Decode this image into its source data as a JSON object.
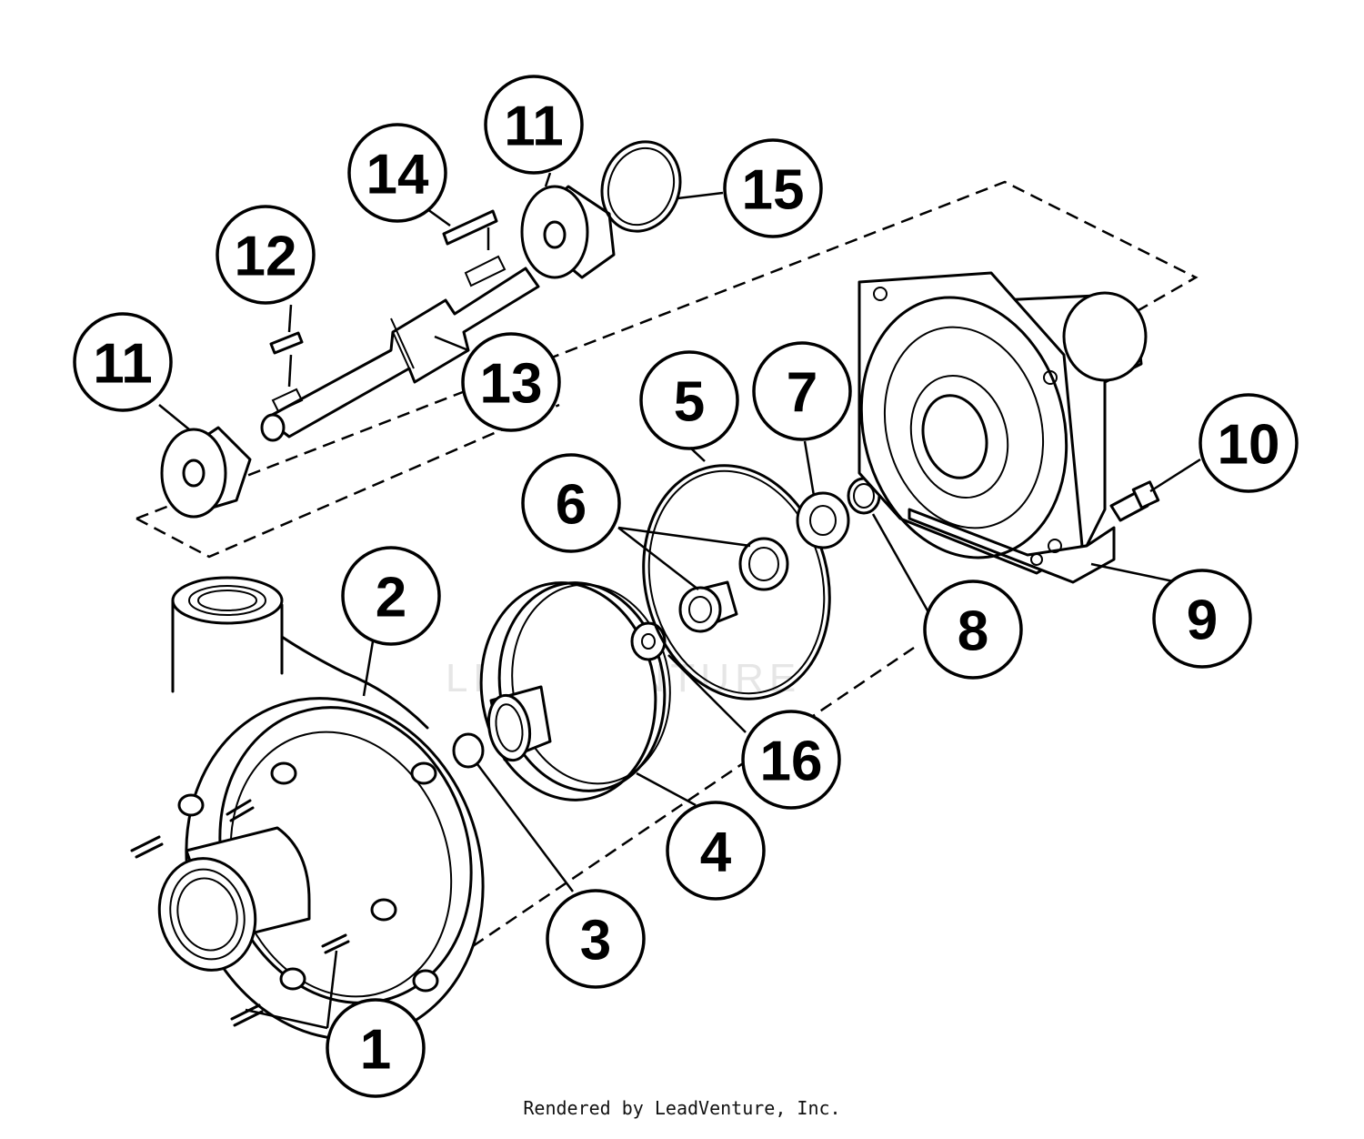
{
  "watermark": "LEADVENTURE",
  "footer": "Rendered by LeadVenture, Inc.",
  "callouts": [
    {
      "id": "1",
      "label": "1"
    },
    {
      "id": "2",
      "label": "2"
    },
    {
      "id": "3",
      "label": "3"
    },
    {
      "id": "4",
      "label": "4"
    },
    {
      "id": "5",
      "label": "5"
    },
    {
      "id": "6",
      "label": "6"
    },
    {
      "id": "7",
      "label": "7"
    },
    {
      "id": "8",
      "label": "8"
    },
    {
      "id": "9",
      "label": "9"
    },
    {
      "id": "10",
      "label": "10"
    },
    {
      "id": "11a",
      "label": "11"
    },
    {
      "id": "11b",
      "label": "11"
    },
    {
      "id": "12",
      "label": "12"
    },
    {
      "id": "13",
      "label": "13"
    },
    {
      "id": "14",
      "label": "14"
    },
    {
      "id": "15",
      "label": "15"
    },
    {
      "id": "16",
      "label": "16"
    }
  ]
}
